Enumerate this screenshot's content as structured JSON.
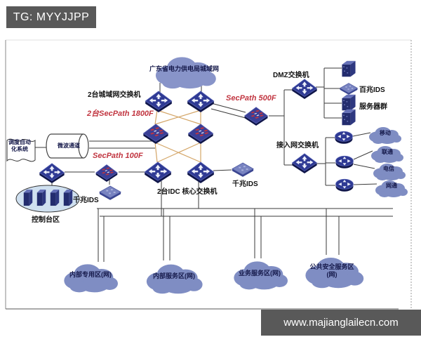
{
  "header": {
    "tag_label": "TG: MYYJJPP"
  },
  "footer": {
    "site_url": "www.majianglailecn.com"
  },
  "colors": {
    "banner_bg": "#595959",
    "accent_red": "#c13540",
    "cloud_fill": "#7f8dc3",
    "device_navy": "#2f3a94",
    "mesh_line_orange": "#d4a668",
    "control_area_fill": "#cfe0f0"
  },
  "diagram": {
    "top_cloud_label": "广东省电力供电局城域网",
    "metro_switches_label": "2台城域网交换机",
    "secpath_1800f_label": "2台SecPath 1800F",
    "secpath_500f_label": "SecPath 500F",
    "secpath_100f_label": "SecPath 100F",
    "dmz_switch_label": "DMZ交换机",
    "fast_ids_label": "百兆IDS",
    "server_cluster_label": "服务器群",
    "access_switch_label": "接入网交换机",
    "core_switch_label": "2台IDC 核心交换机",
    "giga_ids_right_label": "千兆IDS",
    "giga_ids_left_label": "千兆IDS",
    "dispatch_system_label": "调度自动化系统",
    "channel_label": "微波通道",
    "control_area_label": "控制台区",
    "isp_clouds": [
      "移动",
      "联通",
      "电信",
      "网通"
    ],
    "bottom_clouds": [
      "内部专用区(网)",
      "内部服务区(网)",
      "业务服务区(网)",
      "公共安全服务区(网)"
    ]
  }
}
